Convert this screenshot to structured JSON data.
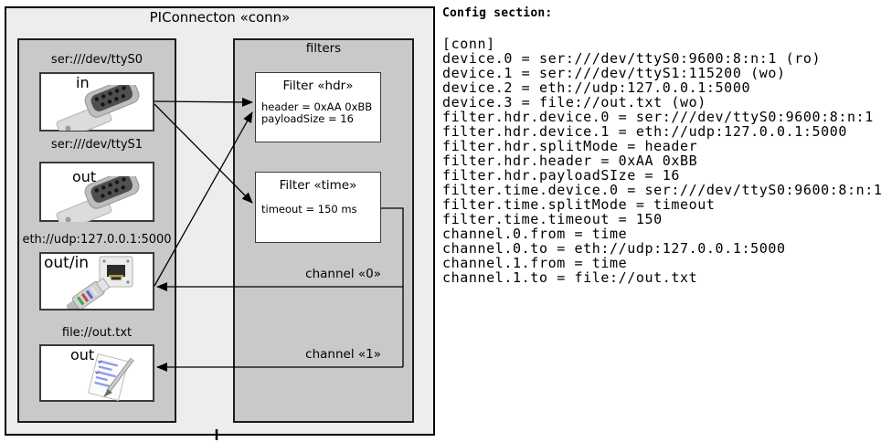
{
  "diagram": {
    "title": "PIConnecton «conn»",
    "devices_panel": {
      "devices": [
        {
          "label": "ser:///dev/ttyS0",
          "direction": "in",
          "icon": "serial-connector-icon"
        },
        {
          "label": "ser:///dev/ttyS1",
          "direction": "out",
          "icon": "serial-connector-icon"
        },
        {
          "label": "eth://udp:127.0.0.1:5000",
          "direction": "out/in",
          "icon": "ethernet-connector-icon"
        },
        {
          "label": "file://out.txt",
          "direction": "out",
          "icon": "notepad-icon"
        }
      ]
    },
    "filters_panel": {
      "title": "filters",
      "filters": [
        {
          "title": "Filter «hdr»",
          "params": [
            "header = 0xAA 0xBB",
            "payloadSize = 16"
          ]
        },
        {
          "title": "Filter «time»",
          "params": [
            "timeout = 150 ms"
          ]
        }
      ]
    },
    "channels": [
      {
        "label": "channel «0»"
      },
      {
        "label": "channel «1»"
      }
    ]
  },
  "config": {
    "heading": "Config section:",
    "lines": [
      "[conn]",
      "device.0 = ser:///dev/ttyS0:9600:8:n:1 (ro)",
      "device.1 = ser:///dev/ttyS1:115200 (wo)",
      "device.2 = eth://udp:127.0.0.1:5000",
      "device.3 = file://out.txt (wo)",
      "filter.hdr.device.0 = ser:///dev/ttyS0:9600:8:n:1",
      "filter.hdr.device.1 = eth://udp:127.0.0.1:5000",
      "filter.hdr.splitMode = header",
      "filter.hdr.header = 0xAA 0xBB",
      "filter.hdr.payloadSIze = 16",
      "filter.time.device.0 = ser:///dev/ttyS0:9600:8:n:1",
      "filter.time.splitMode = timeout",
      "filter.time.timeout = 150",
      "channel.0.from = time",
      "channel.0.to = eth://udp:127.0.0.1:5000",
      "channel.1.from = time",
      "channel.1.to = file://out.txt"
    ]
  },
  "colors": {
    "outer_background": "#ededed",
    "panel_background": "#c9c9c9",
    "box_background": "#ffffff",
    "line_color": "#000000"
  }
}
